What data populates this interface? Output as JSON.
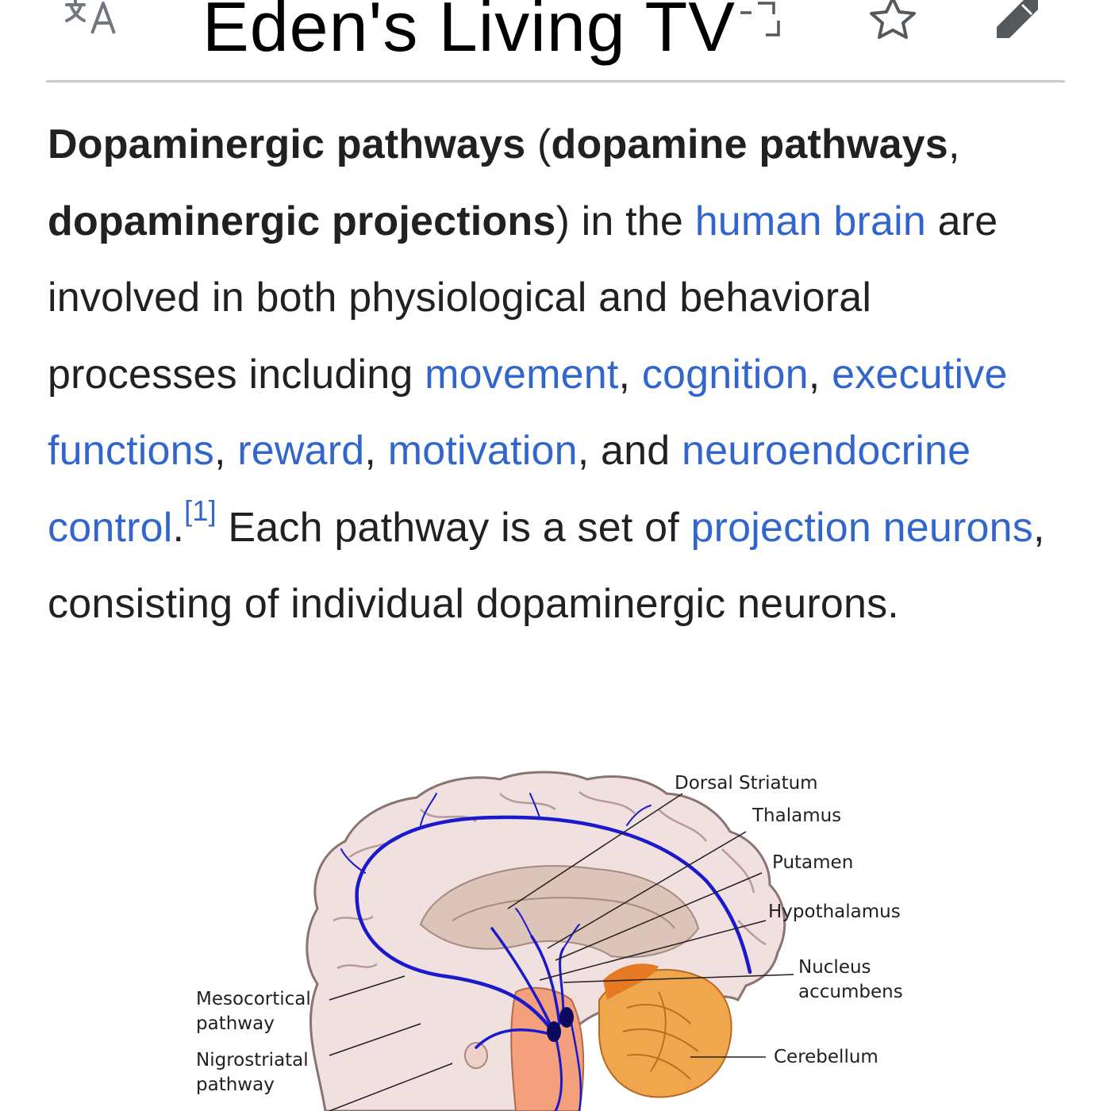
{
  "header": {
    "title": "Eden's Living TV",
    "icons": {
      "language": "language-icon",
      "watch": "star-icon",
      "edit": "pencil-icon",
      "overlay": "translate-overlay-icon"
    }
  },
  "article": {
    "lead": {
      "b1": "Dopaminergic pathways",
      "t1": " (",
      "b2": "dopamine pathways",
      "t2": ", ",
      "b3": "dopaminergic projections",
      "t3": ") in the ",
      "l1": "human brain",
      "t4": " are involved in both physiological and behavioral processes including ",
      "l2": "movement",
      "t5": ", ",
      "l3": "cognition",
      "t6": ", ",
      "l4": "executive functions",
      "t7": ", ",
      "l5": "reward",
      "t8": ", ",
      "l6": "motivation",
      "t9": ", and ",
      "l7": "neuroendocrine control",
      "t10": ".",
      "ref": "[1]",
      "t11": " Each pathway is a set of ",
      "l8": "projection neurons",
      "t12": ", consisting of individual dopaminergic neurons."
    }
  },
  "figure": {
    "labels": {
      "dorsal_striatum": "Dorsal Striatum",
      "thalamus": "Thalamus",
      "putamen": "Putamen",
      "hypothalamus": "Hypothalamus",
      "nucleus_1": "Nucleus",
      "nucleus_2": "accumbens",
      "cerebellum": "Cerebellum",
      "mesocortical_1": "Mesocortical",
      "mesocortical_2": "pathway",
      "nigrostriatal_1": "Nigrostriatal",
      "nigrostriatal_2": "pathway"
    },
    "colors": {
      "cortex": "#f0e0df",
      "cortex_stroke": "#8a7471",
      "inner": "#dcc4b8",
      "pathway": "#1a1acc",
      "brainstem": "#f4a07c",
      "cerebellum": "#f0a64c",
      "cerebellum_dark": "#e67a22"
    }
  }
}
